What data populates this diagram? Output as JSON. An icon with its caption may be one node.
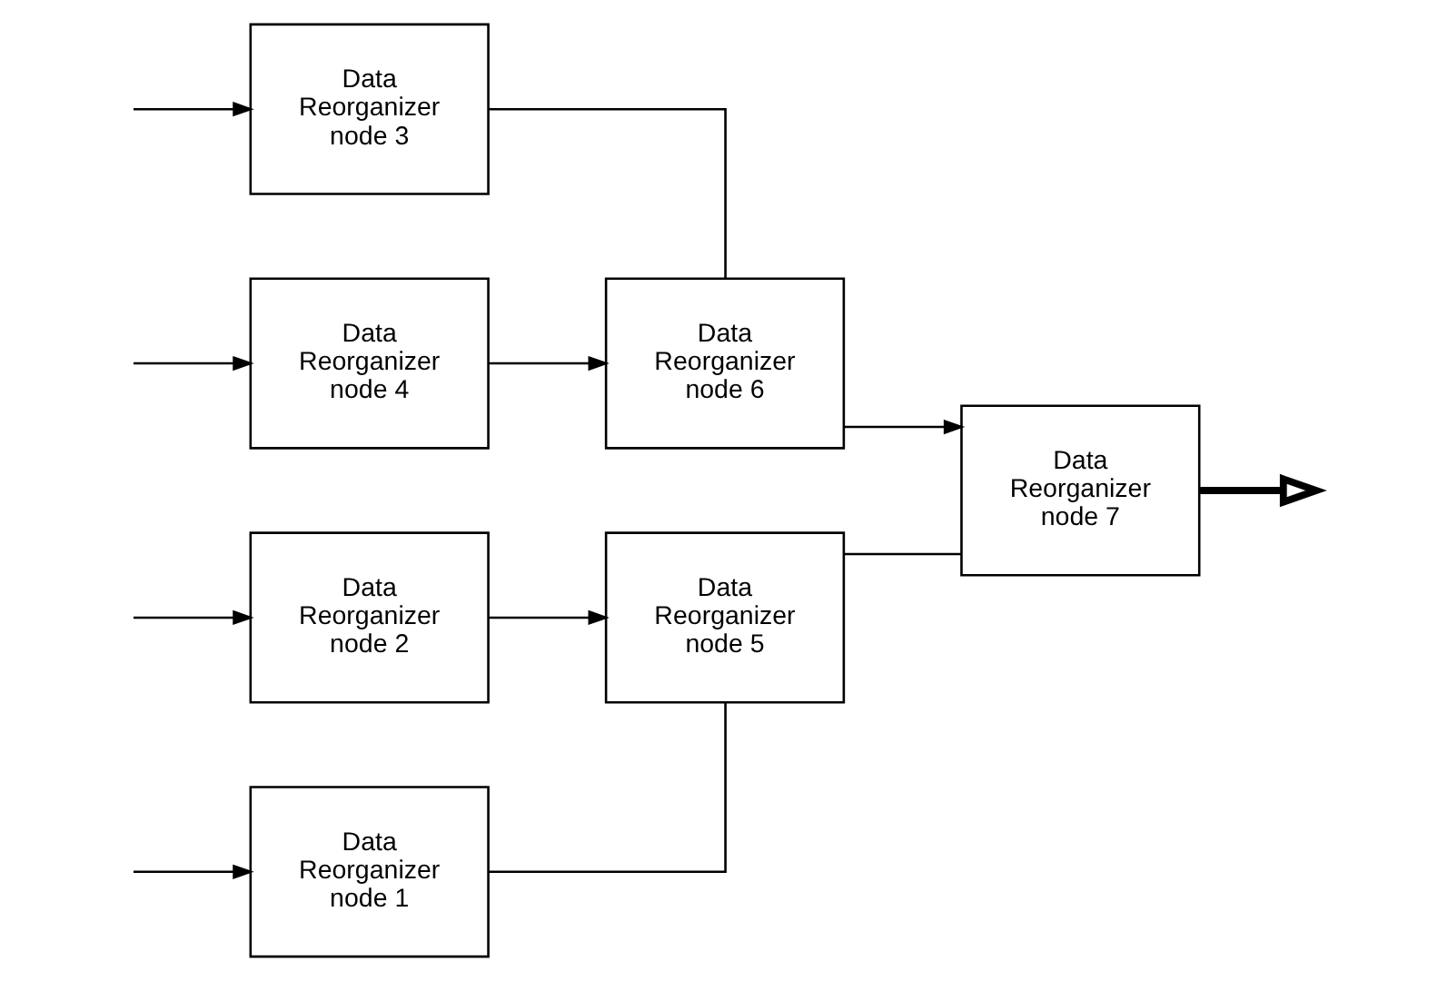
{
  "diagram": {
    "nodes": [
      {
        "text": [
          "Data Reorganizer node 1"
        ]
      },
      {
        "text": [
          "Data Reorganizer node 2"
        ]
      },
      {
        "text": [
          "Data Reorganizer node 3"
        ]
      },
      {
        "text": [
          "Data Reorganizer node 4"
        ]
      },
      {
        "text": [
          "Data Reorganizer node 5"
        ]
      },
      {
        "text": [
          "Data Reorganizer node 6"
        ]
      },
      {
        "text": [
          "Data Reorganizer node 7"
        ]
      }
    ],
    "edges": [
      {
        "from": null,
        "to": 0,
        "arrow": "to"
      },
      {
        "from": null,
        "to": 1,
        "arrow": "to"
      },
      {
        "from": null,
        "to": 2,
        "arrow": "to"
      },
      {
        "from": null,
        "to": 3,
        "arrow": "to"
      },
      {
        "from": 0,
        "to": 4,
        "arrow": "none"
      },
      {
        "from": 1,
        "to": 4,
        "arrow": "to"
      },
      {
        "from": 2,
        "to": 5,
        "arrow": "none"
      },
      {
        "from": 3,
        "to": 5,
        "arrow": "to"
      },
      {
        "from": 4,
        "to": 6,
        "arrow": "none"
      },
      {
        "from": 5,
        "to": 6,
        "arrow": "to"
      },
      {
        "from": 6,
        "to": null,
        "arrow": "to",
        "style": "thick"
      }
    ]
  }
}
